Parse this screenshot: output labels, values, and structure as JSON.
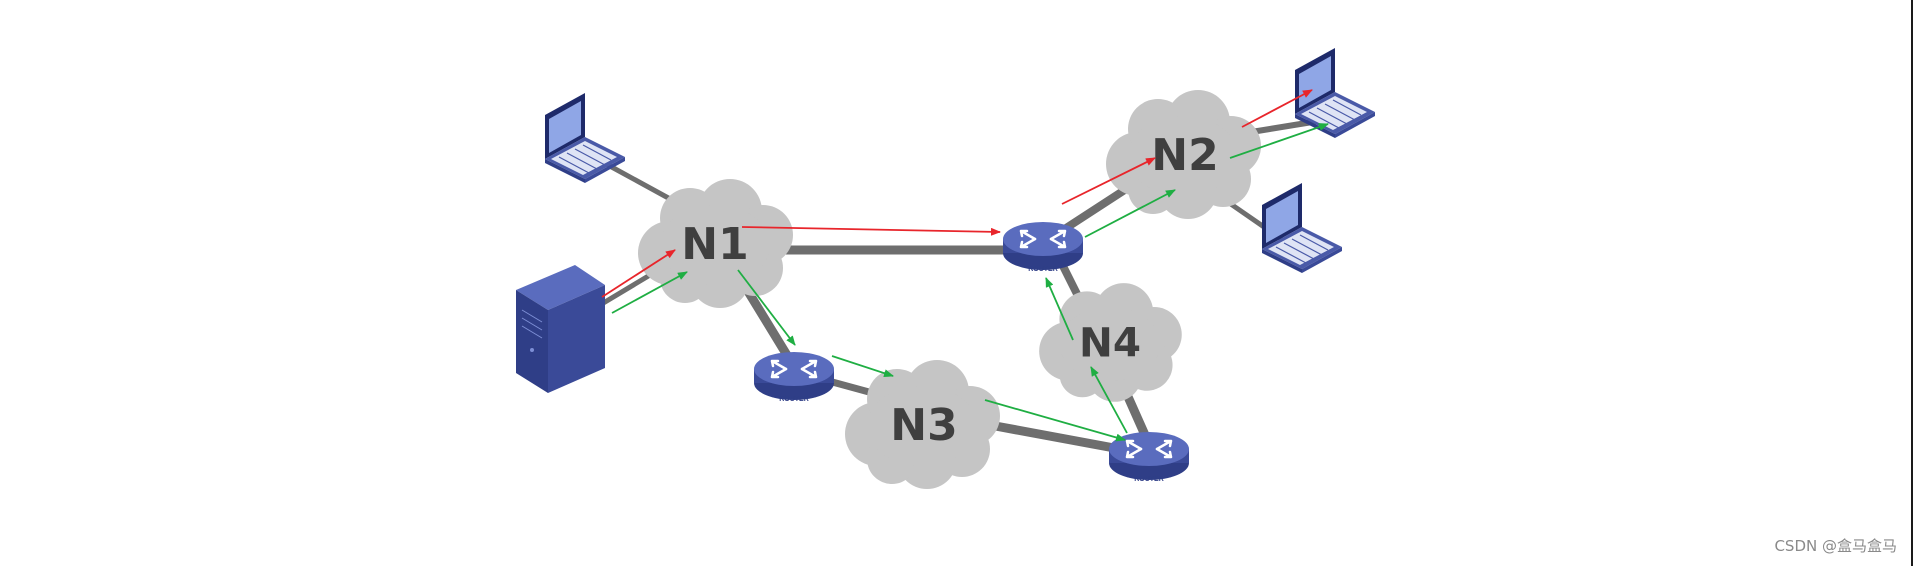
{
  "colors": {
    "background": "#ffffff",
    "cloud": "#c5c5c5",
    "link": "#6e6e6e",
    "router": "#4a5aa8",
    "red_arrow": "#e8252b",
    "green_arrow": "#1fae43"
  },
  "networks": [
    {
      "id": "n1",
      "label": "N1"
    },
    {
      "id": "n2",
      "label": "N2"
    },
    {
      "id": "n3",
      "label": "N3"
    },
    {
      "id": "n4",
      "label": "N4"
    }
  ],
  "routers": [
    {
      "id": "r1",
      "label": "ROUTER"
    },
    {
      "id": "r2",
      "label": "ROUTER"
    },
    {
      "id": "r3",
      "label": "ROUTER"
    }
  ],
  "icons": {
    "laptop": "laptop-icon",
    "server": "server-icon",
    "router": "router-icon",
    "cloud": "cloud-icon"
  },
  "watermark": "CSDN @盒马盒马"
}
